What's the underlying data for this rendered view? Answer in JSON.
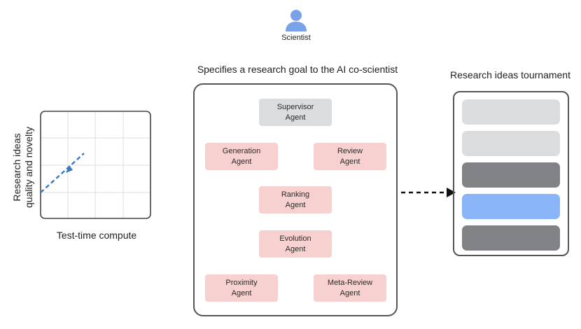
{
  "scientist": {
    "label": "Scientist",
    "icon": "user-icon",
    "icon_color": "#7aa2e8"
  },
  "goal_title": "Specifies a research goal to the AI co-scientist",
  "agents": [
    {
      "name": "Supervisor",
      "line2": "Agent",
      "color": "#dadcde"
    },
    {
      "name": "Generation",
      "line2": "Agent",
      "color": "#f7d1cf"
    },
    {
      "name": "Review",
      "line2": "Agent",
      "color": "#f7d1cf"
    },
    {
      "name": "Ranking",
      "line2": "Agent",
      "color": "#f7d1cf"
    },
    {
      "name": "Evolution",
      "line2": "Agent",
      "color": "#f7d1cf"
    },
    {
      "name": "Proximity",
      "line2": "Agent",
      "color": "#f7d1cf"
    },
    {
      "name": "Meta-Review",
      "line2": "Agent",
      "color": "#f7d1cf"
    }
  ],
  "chart": {
    "ylabel_line1": "Research ideas",
    "ylabel_line2": "quality and novelty",
    "xlabel": "Test-time compute",
    "trend_color": "#3b78c4"
  },
  "tournament": {
    "title": "Research ideas tournament",
    "bars": [
      {
        "color": "#dadcde"
      },
      {
        "color": "#dadcde"
      },
      {
        "color": "#808285"
      },
      {
        "color": "#8ab4f8"
      },
      {
        "color": "#808285"
      }
    ]
  }
}
